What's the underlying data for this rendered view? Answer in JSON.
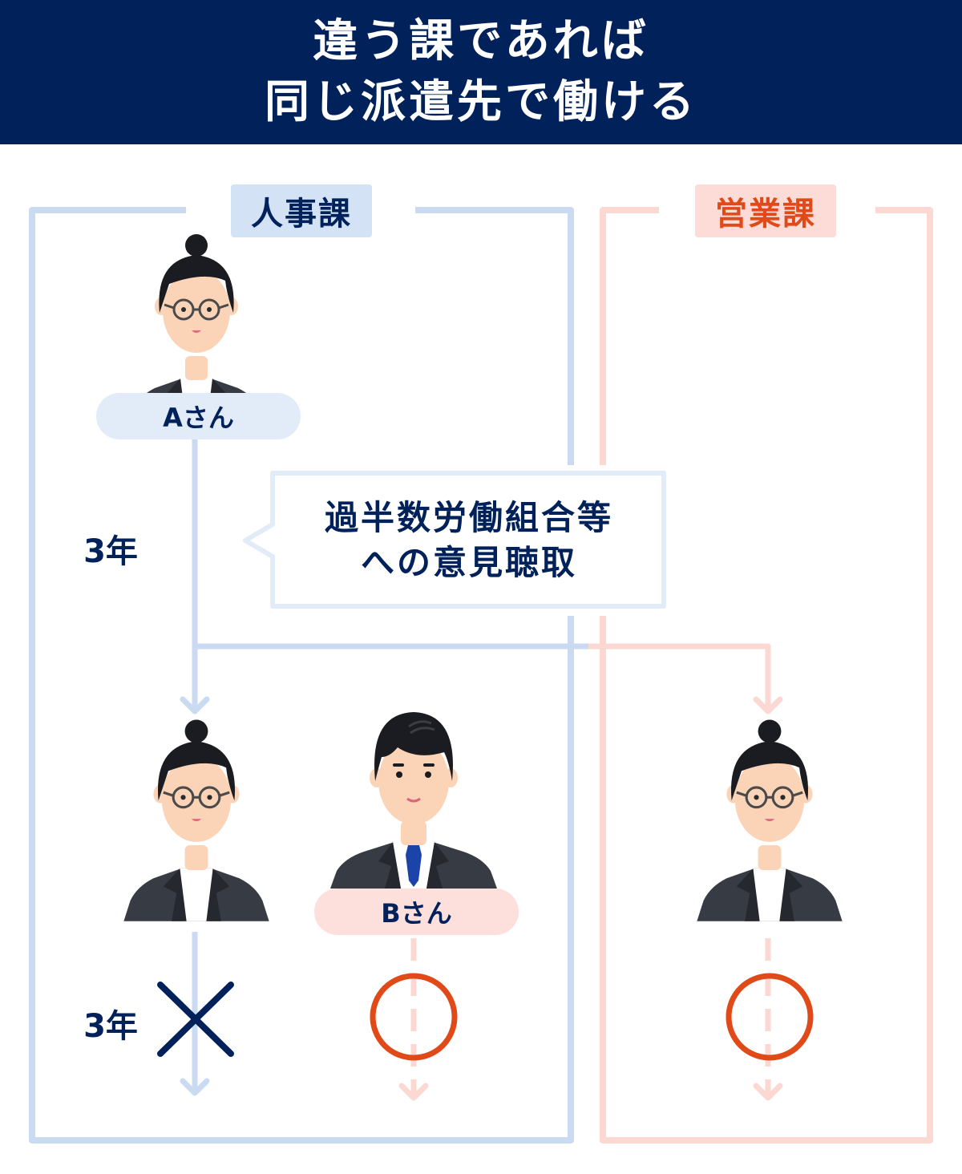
{
  "header": {
    "title_line1": "違う課であれば",
    "title_line2": "同じ派遣先で働ける"
  },
  "departments": {
    "hr": {
      "label": "人事課",
      "color": "#c9daf1"
    },
    "sales": {
      "label": "営業課",
      "color": "#fbd9d2"
    }
  },
  "workers": {
    "a": {
      "label": "Aさん"
    },
    "b": {
      "label": "Bさん"
    }
  },
  "periods": {
    "first": "3年",
    "second": "3年"
  },
  "callout": {
    "line1": "過半数労働組合等",
    "line2": "への意見聴取"
  },
  "outcomes": {
    "a_same_dept": "cross-icon",
    "b_same_dept": "circle-icon",
    "a_other_dept": "circle-icon"
  },
  "colors": {
    "navy": "#00215a",
    "accent_red": "#e04a18",
    "blue_line": "#c9daf1",
    "pink_line": "#fbd9d2"
  }
}
